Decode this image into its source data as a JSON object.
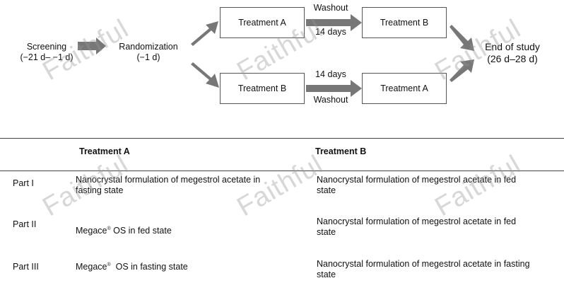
{
  "flow": {
    "screening_label": "Screening",
    "screening_range": "(−21 d– −1 d)",
    "randomization_label": "Randomization",
    "randomization_range": "(−1 d)",
    "top_box_1": "Treatment A",
    "top_box_2": "Treatment B",
    "bottom_box_1": "Treatment B",
    "bottom_box_2": "Treatment A",
    "washout_top": "Washout",
    "days_top": "14 days",
    "days_bottom": "14 days",
    "washout_bottom": "Washout",
    "end_label": "End of study",
    "end_range": "(26 d–28 d)"
  },
  "table": {
    "headers": [
      "Treatment A",
      "Treatment B"
    ],
    "rows": [
      {
        "part": "Part I",
        "a": "Nanocrystal formulation of megestrol acetate in fasting state",
        "b": "Nanocrystal formulation of megestrol acetate in fed state"
      },
      {
        "part": "Part II",
        "a_brand": "Megace",
        "a_mark": "®",
        "a_rest": " OS in fed state",
        "b": "Nanocrystal formulation of megestrol acetate in fed state"
      },
      {
        "part": "Part III",
        "a_brand": "Megace",
        "a_mark": "®",
        "a_rest": "  OS in fasting state",
        "b": "Nanocrystal formulation of megestrol acetate in fasting state"
      }
    ]
  },
  "watermark": "Faithful",
  "colors": {
    "arrow": "#777777",
    "border": "#555555"
  }
}
